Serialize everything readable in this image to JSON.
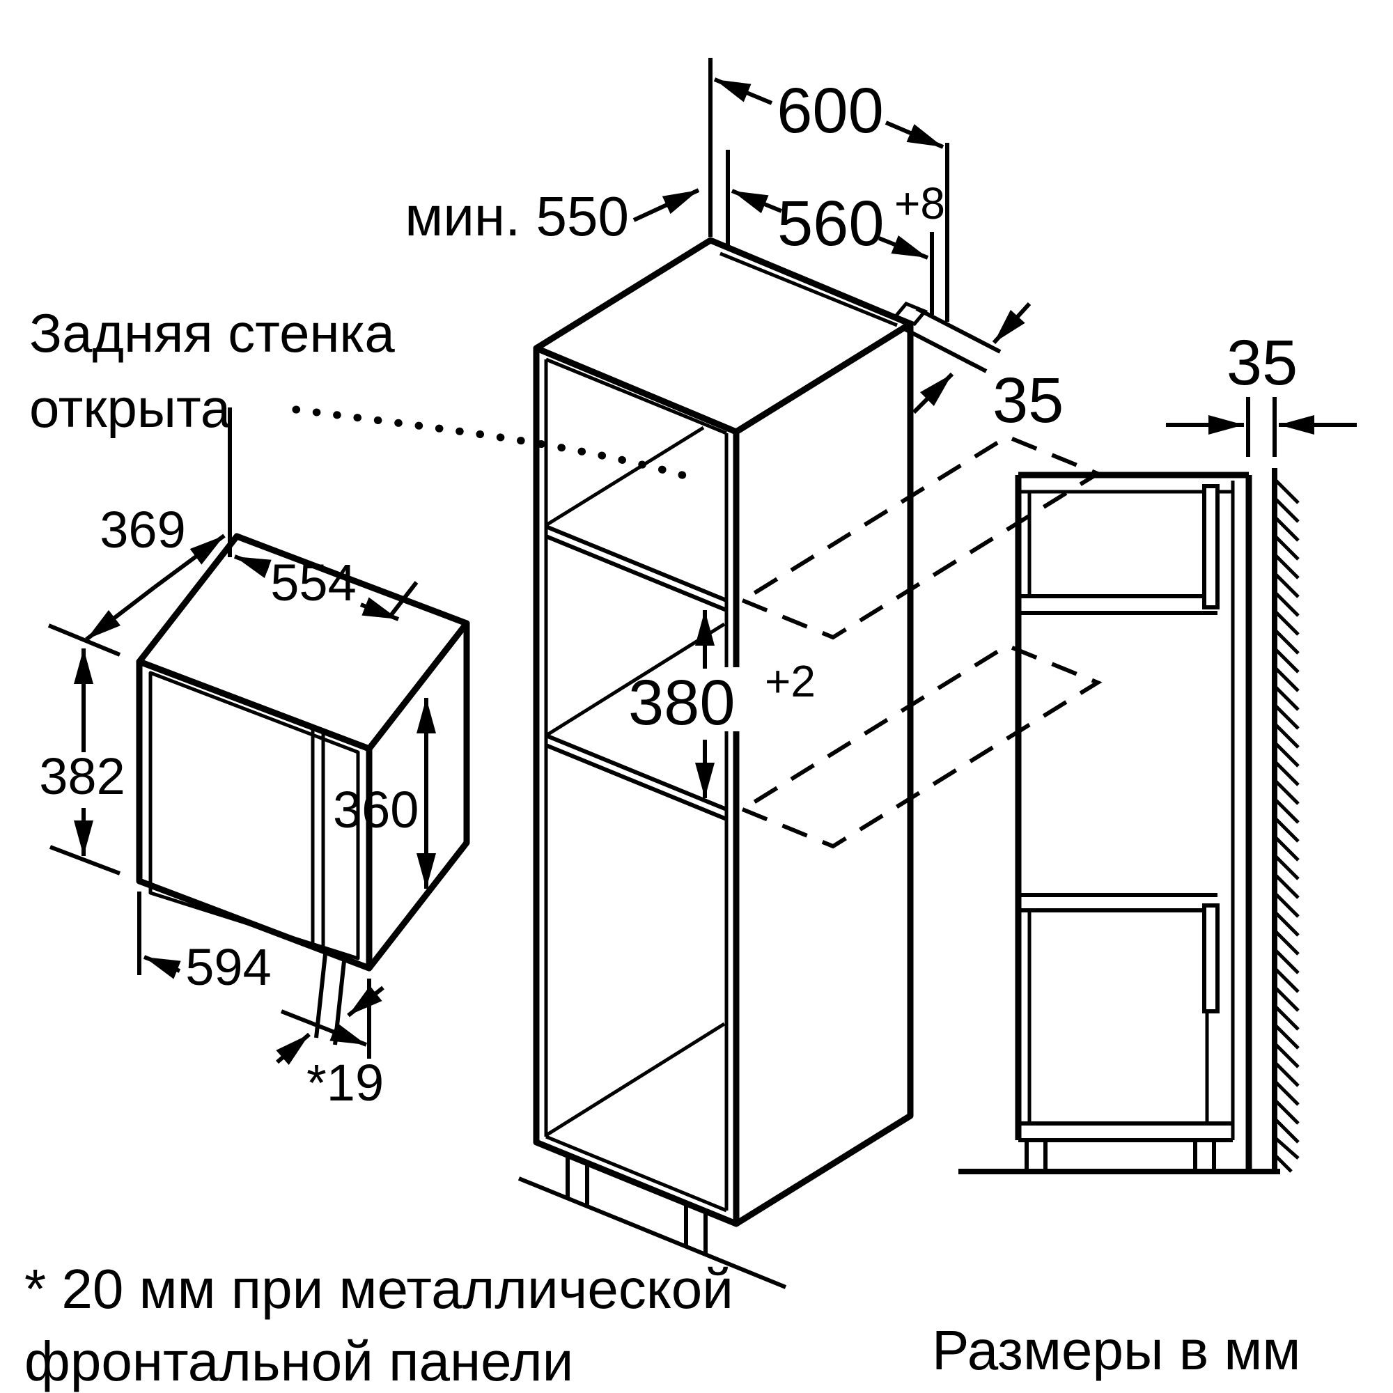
{
  "drawing": {
    "back_wall_note": {
      "line1": "Задняя стенка",
      "line2": "открыта"
    },
    "min_depth_label": "мин. 550",
    "dims": {
      "cabinet_width": "600",
      "niche_width": "560",
      "niche_width_tol": "+8",
      "filler_strip": "35",
      "niche_height": "380",
      "niche_height_tol": "+2",
      "mw_depth": "369",
      "mw_body_width": "554",
      "mw_height": "382",
      "mw_body_height": "360",
      "mw_width": "594",
      "mw_front_thickness": "*19",
      "wall_clearance": "35"
    },
    "footnote": {
      "line1": "* 20 мм при металлической",
      "line2": "фронтальной панели"
    },
    "units_label": "Размеры в мм",
    "colors": {
      "line": "#000000",
      "background": "#ffffff"
    }
  }
}
